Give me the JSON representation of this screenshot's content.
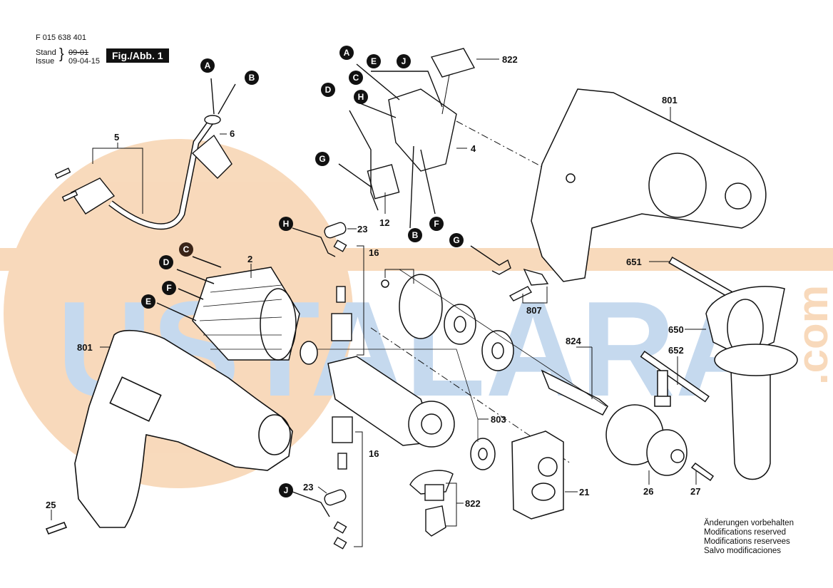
{
  "header": {
    "part_number": "F 015 638 401",
    "stand_label": "Stand",
    "issue_label": "Issue",
    "stand_value_struck": "09-01",
    "issue_value": "09-04-15",
    "figure_label": "Fig./Abb. 1"
  },
  "notice": {
    "lines": [
      "Änderungen vorbehalten",
      "Modifications reserved",
      "Modifications reservees",
      "Salvo modificaciones"
    ]
  },
  "watermark": {
    "text": "USTALARA",
    "suffix": ".com",
    "colors": {
      "orange": "#f5c9a0",
      "blue": "#b9d0ea"
    }
  },
  "colors": {
    "line": "#111111",
    "badge_bg": "#111111",
    "badge_fg": "#ffffff"
  },
  "part_labels": [
    {
      "id": "5",
      "text": "5"
    },
    {
      "id": "6",
      "text": "6"
    },
    {
      "id": "4",
      "text": "4"
    },
    {
      "id": "12",
      "text": "12"
    },
    {
      "id": "822-top",
      "text": "822"
    },
    {
      "id": "801-top",
      "text": "801"
    },
    {
      "id": "23-top",
      "text": "23"
    },
    {
      "id": "16-top",
      "text": "16"
    },
    {
      "id": "2",
      "text": "2"
    },
    {
      "id": "807",
      "text": "807"
    },
    {
      "id": "651",
      "text": "651"
    },
    {
      "id": "650",
      "text": "650"
    },
    {
      "id": "824",
      "text": "824"
    },
    {
      "id": "652",
      "text": "652"
    },
    {
      "id": "801-left",
      "text": "801"
    },
    {
      "id": "803",
      "text": "803"
    },
    {
      "id": "16-bottom",
      "text": "16"
    },
    {
      "id": "23-bottom",
      "text": "23"
    },
    {
      "id": "822-bottom",
      "text": "822"
    },
    {
      "id": "21",
      "text": "21"
    },
    {
      "id": "26",
      "text": "26"
    },
    {
      "id": "27",
      "text": "27"
    },
    {
      "id": "25",
      "text": "25"
    }
  ],
  "wire_markers": [
    {
      "id": "A-cord",
      "text": "A"
    },
    {
      "id": "B-cord",
      "text": "B"
    },
    {
      "id": "A-switch",
      "text": "A"
    },
    {
      "id": "E-switch",
      "text": "E"
    },
    {
      "id": "J-switch",
      "text": "J"
    },
    {
      "id": "C-switch",
      "text": "C"
    },
    {
      "id": "D-switch",
      "text": "D"
    },
    {
      "id": "H-switch",
      "text": "H"
    },
    {
      "id": "G-switch",
      "text": "G"
    },
    {
      "id": "B-switch",
      "text": "B"
    },
    {
      "id": "F-switch",
      "text": "F"
    },
    {
      "id": "H-cap",
      "text": "H"
    },
    {
      "id": "G-lever",
      "text": "G"
    },
    {
      "id": "C-field",
      "text": "C"
    },
    {
      "id": "D-field",
      "text": "D"
    },
    {
      "id": "F-field",
      "text": "F"
    },
    {
      "id": "E-field",
      "text": "E"
    },
    {
      "id": "J-cap",
      "text": "J"
    }
  ]
}
